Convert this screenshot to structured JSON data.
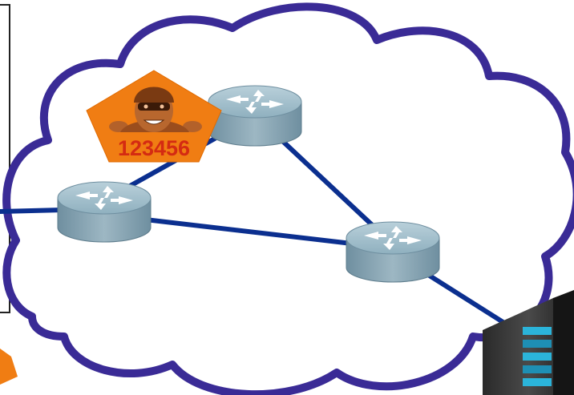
{
  "diagram": {
    "attacker_badge": {
      "text": "123456",
      "icon": "hacker-icon"
    },
    "nodes": [
      {
        "id": "router-top",
        "icon": "router-icon"
      },
      {
        "id": "router-left",
        "icon": "router-icon"
      },
      {
        "id": "router-right",
        "icon": "router-icon"
      },
      {
        "id": "server",
        "icon": "server-rack-icon"
      }
    ],
    "colors": {
      "cloud_stroke": "#3a2b96",
      "link": "#0b2f8f",
      "router_body": "#8aa6b4",
      "router_top": "#a9c3cf",
      "badge": "#f07d13",
      "badge_text": "#d42b12"
    }
  }
}
